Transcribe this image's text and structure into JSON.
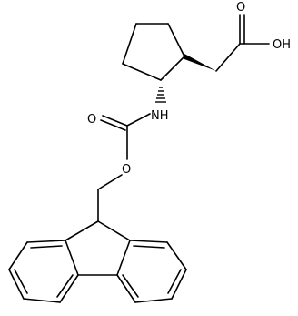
{
  "structure": {
    "labels": {
      "carbonyl_o": "O",
      "hydroxyl": "OH",
      "amide_nh": "NH",
      "carbamate_o": "O",
      "ester_o": "O"
    },
    "colors": {
      "ink": "#000000",
      "background": "#ffffff"
    }
  }
}
